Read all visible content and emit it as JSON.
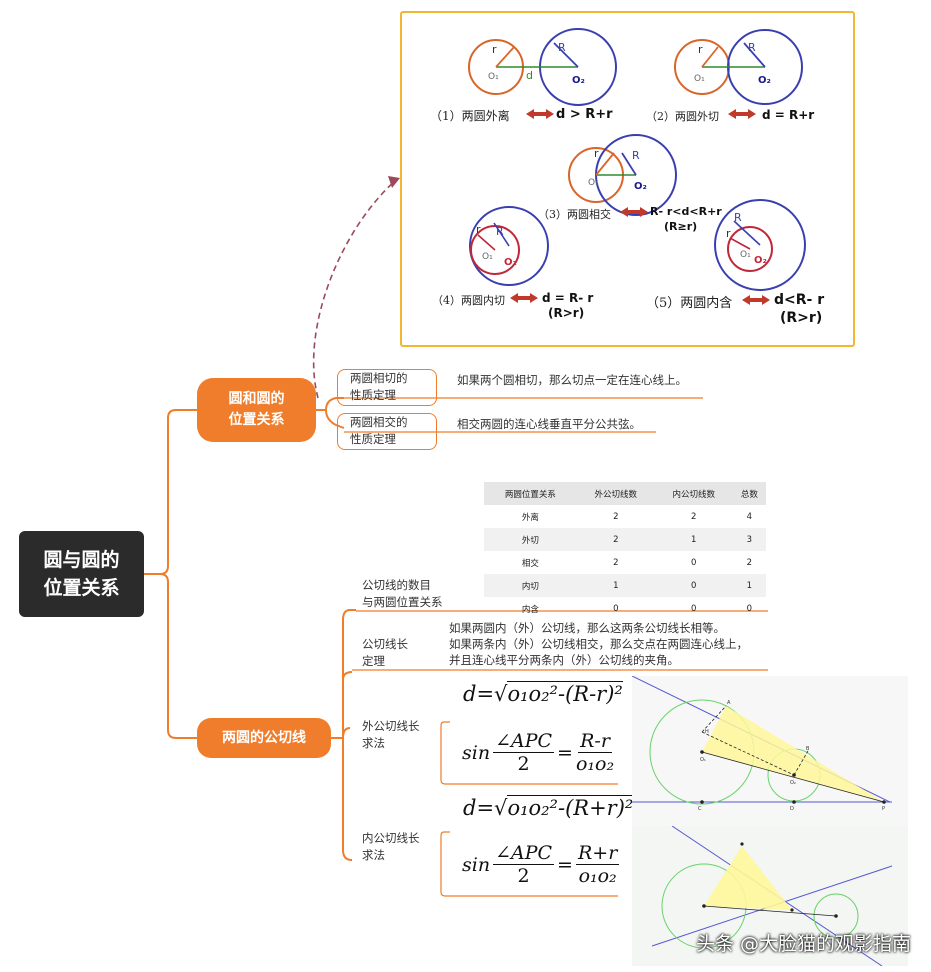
{
  "root": {
    "line1": "圆与圆的",
    "line2": "位置关系"
  },
  "branch1": {
    "line1": "圆和圆的",
    "line2": "位置关系"
  },
  "branch2": {
    "label": "两圆的公切线"
  },
  "tangent_prop": {
    "label1": "两圆相切的",
    "label2": "性质定理",
    "text": "如果两个圆相切，那么切点一定在连心线上。"
  },
  "intersect_prop": {
    "label1": "两圆相交的",
    "label2": "性质定理",
    "text": "相交两圆的连心线垂直平分公共弦。"
  },
  "count_section": {
    "label1": "公切线的数目",
    "label2": "与两圆位置关系"
  },
  "table": {
    "headers": [
      "两圆位置关系",
      "外公切线数",
      "内公切线数",
      "总数"
    ],
    "rows": [
      [
        "外离",
        "2",
        "2",
        "4"
      ],
      [
        "外切",
        "2",
        "1",
        "3"
      ],
      [
        "相交",
        "2",
        "0",
        "2"
      ],
      [
        "内切",
        "1",
        "0",
        "1"
      ],
      [
        "内含",
        "0",
        "0",
        "0"
      ]
    ]
  },
  "length_theorem": {
    "label1": "公切线长",
    "label2": "定理",
    "line1": "如果两圆内（外）公切线，那么这两条公切线长相等。",
    "line2": "如果两条内（外）公切线相交，那么交点在两圆连心线上，",
    "line3": "并且连心线平分两条内（外）公切线的夹角。"
  },
  "outer_method": {
    "label1": "外公切线长",
    "label2": "求法",
    "f1_lhs": "d=",
    "f1_rad": "o₁o₂²-(R-r)²",
    "f2_sin": "sin",
    "f2_num": "∠APC",
    "f2_den": "2",
    "f2_rnum": "R-r",
    "f2_rden": "o₁o₂"
  },
  "inner_method": {
    "label1": "内公切线长",
    "label2": "求法",
    "f1_lhs": "d=",
    "f1_rad": "o₁o₂²-(R+r)²",
    "f2_sin": "sin",
    "f2_num": "∠APC",
    "f2_den": "2",
    "f2_rnum": "R+r",
    "f2_rden": "o₁o₂"
  },
  "positions": {
    "p1": {
      "caption": "（1）两圆外离",
      "rel": "d > R+r"
    },
    "p2": {
      "caption": "（2）两圆外切",
      "rel": "d = R+r"
    },
    "p3": {
      "caption": "（3）两圆相交",
      "rel1": "R- r<d<R+r",
      "rel2": "(R≥r)"
    },
    "p4": {
      "caption": "（4）两圆内切",
      "rel1": "d = R- r",
      "rel2": "(R>r)"
    },
    "p5": {
      "caption": "（5）两圆内含",
      "rel1": "d<R- r",
      "rel2": "(R>r)"
    }
  },
  "labels": {
    "r": "r",
    "R": "R",
    "o1": "O₁",
    "o2": "O₂",
    "d": "d",
    "g_A": "A",
    "g_H": "H",
    "g_B": "B",
    "g_o1": "O₁",
    "g_o2": "O₂",
    "g_C": "C",
    "g_D": "D",
    "g_P": "P"
  },
  "colors": {
    "orange": "#ef7d2b",
    "dark": "#2b2b2b",
    "gold": "#f2b630",
    "small_circle": "#d9652a",
    "big_circle": "#3a3fb0"
  },
  "watermark": "头条 @大脸猫的观影指南"
}
